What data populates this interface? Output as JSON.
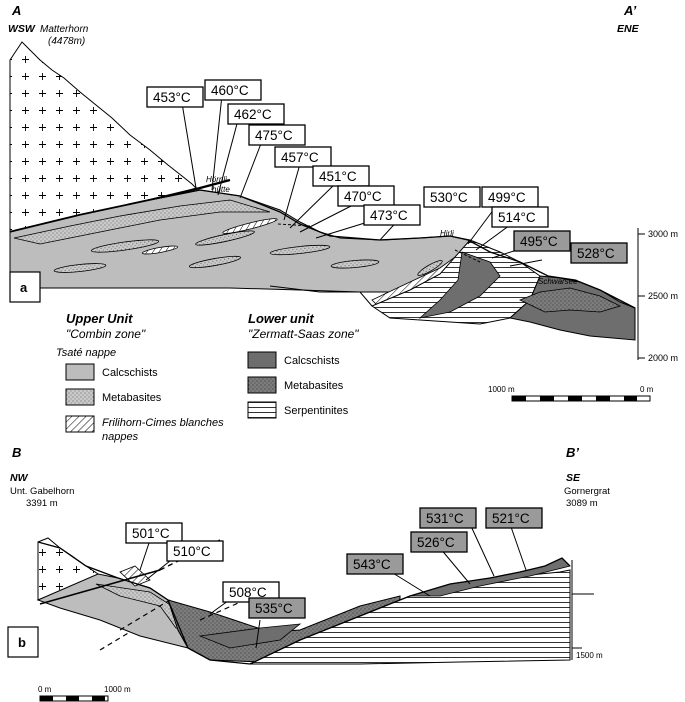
{
  "section_a": {
    "start_letter": "A",
    "end_letter": "A’",
    "start_dir": "WSW",
    "start_peak": "Matterhorn",
    "start_elev": "(4478m)",
    "end_dir": "ENE",
    "panel_label": "a",
    "places": [
      "Hörnli-",
      "hütte",
      "Hirli",
      "Schwarsee"
    ],
    "temps_white": [
      "453°C",
      "460°C",
      "462°C",
      "475°C",
      "457°C",
      "451°C",
      "470°C",
      "473°C",
      "530°C",
      "499°C",
      "514°C"
    ],
    "temps_gray": [
      "495°C",
      "528°C"
    ],
    "elev_ticks": [
      "3000 m",
      "2500 m",
      "2000 m"
    ],
    "scale": [
      "1000 m",
      "0 m"
    ]
  },
  "legend": {
    "upper_title": "Upper Unit",
    "upper_sub": "\"Combin zone\"",
    "tsate": "Tsaté nappe",
    "upper_items": [
      "Calcschists",
      "Metabasites"
    ],
    "frilihorn_1": "Frilihorn-Cimes blanches",
    "frilihorn_2": "nappes",
    "lower_title": "Lower unit",
    "lower_sub": "\"Zermatt-Saas zone\"",
    "lower_items": [
      "Calcschists",
      "Metabasites",
      "Serpentinites"
    ]
  },
  "section_b": {
    "start_letter": "B",
    "end_letter": "B’",
    "start_dir": "NW",
    "start_peak": "Unt. Gabelhorn",
    "start_elev": "3391 m",
    "end_dir": "SE",
    "end_peak": "Gornergrat",
    "end_elev": "3089 m",
    "panel_label": "b",
    "temps_white": [
      "501°C",
      "510°C",
      "508°C"
    ],
    "temps_gray": [
      "535°C",
      "543°C",
      "526°C",
      "531°C",
      "521°C"
    ],
    "elev_tick": "1500 m",
    "scale": [
      "0 m",
      "1000 m"
    ]
  }
}
